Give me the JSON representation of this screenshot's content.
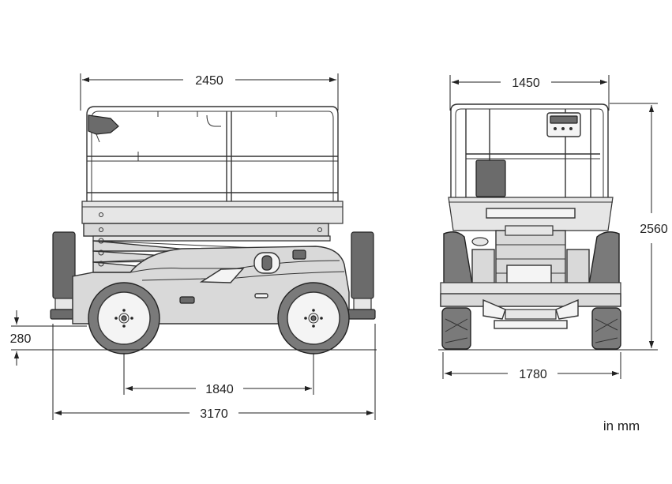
{
  "diagram": {
    "unit_note": "in mm",
    "side_view": {
      "platform_width": "2450",
      "ground_clearance": "280",
      "wheelbase": "1840",
      "overall_length": "3170"
    },
    "front_view": {
      "platform_width": "1450",
      "overall_height": "2560",
      "overall_width": "1780"
    }
  },
  "colors": {
    "line": "#222222",
    "body": "#d9d9d9",
    "tire": "#7a7a7a",
    "dark": "#6b6b6b"
  }
}
